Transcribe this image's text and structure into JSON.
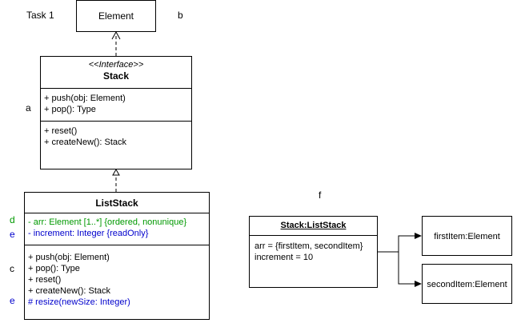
{
  "labels": {
    "task": "Task 1",
    "b": "b",
    "a": "a",
    "d": "d",
    "e1": "e",
    "c": "c",
    "e2": "e",
    "f": "f"
  },
  "element_class": {
    "name": "Element"
  },
  "stack_interface": {
    "stereotype": "<<Interface>>",
    "name": "Stack",
    "operations_a": [
      "+ push(obj: Element)",
      "+ pop(): Type"
    ],
    "operations_b": [
      "+ reset()",
      "+ createNew(): Stack"
    ]
  },
  "liststack_class": {
    "name": "ListStack",
    "attributes": [
      {
        "text": "- arr: Element [1..*] {ordered, nonunique}",
        "color": "#009900"
      },
      {
        "text": "- increment: Integer {readOnly}",
        "color": "#0000cc"
      }
    ],
    "operations": [
      {
        "text": "+ push(obj: Element)",
        "color": "#000000"
      },
      {
        "text": "+ pop(): Type",
        "color": "#000000"
      },
      {
        "text": "+ reset()",
        "color": "#000000"
      },
      {
        "text": "+ createNew(): Stack",
        "color": "#000000"
      },
      {
        "text": "# resize(newSize: Integer)",
        "color": "#0000cc"
      }
    ]
  },
  "stack_object": {
    "name": "Stack:ListStack",
    "slots": [
      "arr = {firstItem, secondItem}",
      "increment = 10"
    ]
  },
  "first_item": {
    "name": "firstItem:Element"
  },
  "second_item": {
    "name": "secondItem:Element"
  },
  "colors": {
    "green": "#009900",
    "blue": "#0000cc"
  }
}
